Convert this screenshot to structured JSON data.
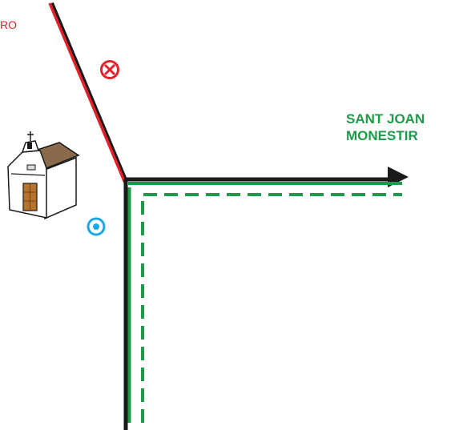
{
  "labels": {
    "offmap_destination": "RO",
    "destination_line1": "SANT JOAN",
    "destination_line2": "MONESTIR"
  },
  "colors": {
    "road": "#1a1a1a",
    "forbidden_road": "#e3212b",
    "route": "#1f9a4a",
    "you_are_here": "#1ca7e4",
    "no_entry": "#e3212b"
  },
  "icons": {
    "church": "church-icon",
    "no_entry": "no-entry-icon",
    "you_are_here": "you-are-here-icon",
    "arrow": "arrow-head-icon"
  }
}
